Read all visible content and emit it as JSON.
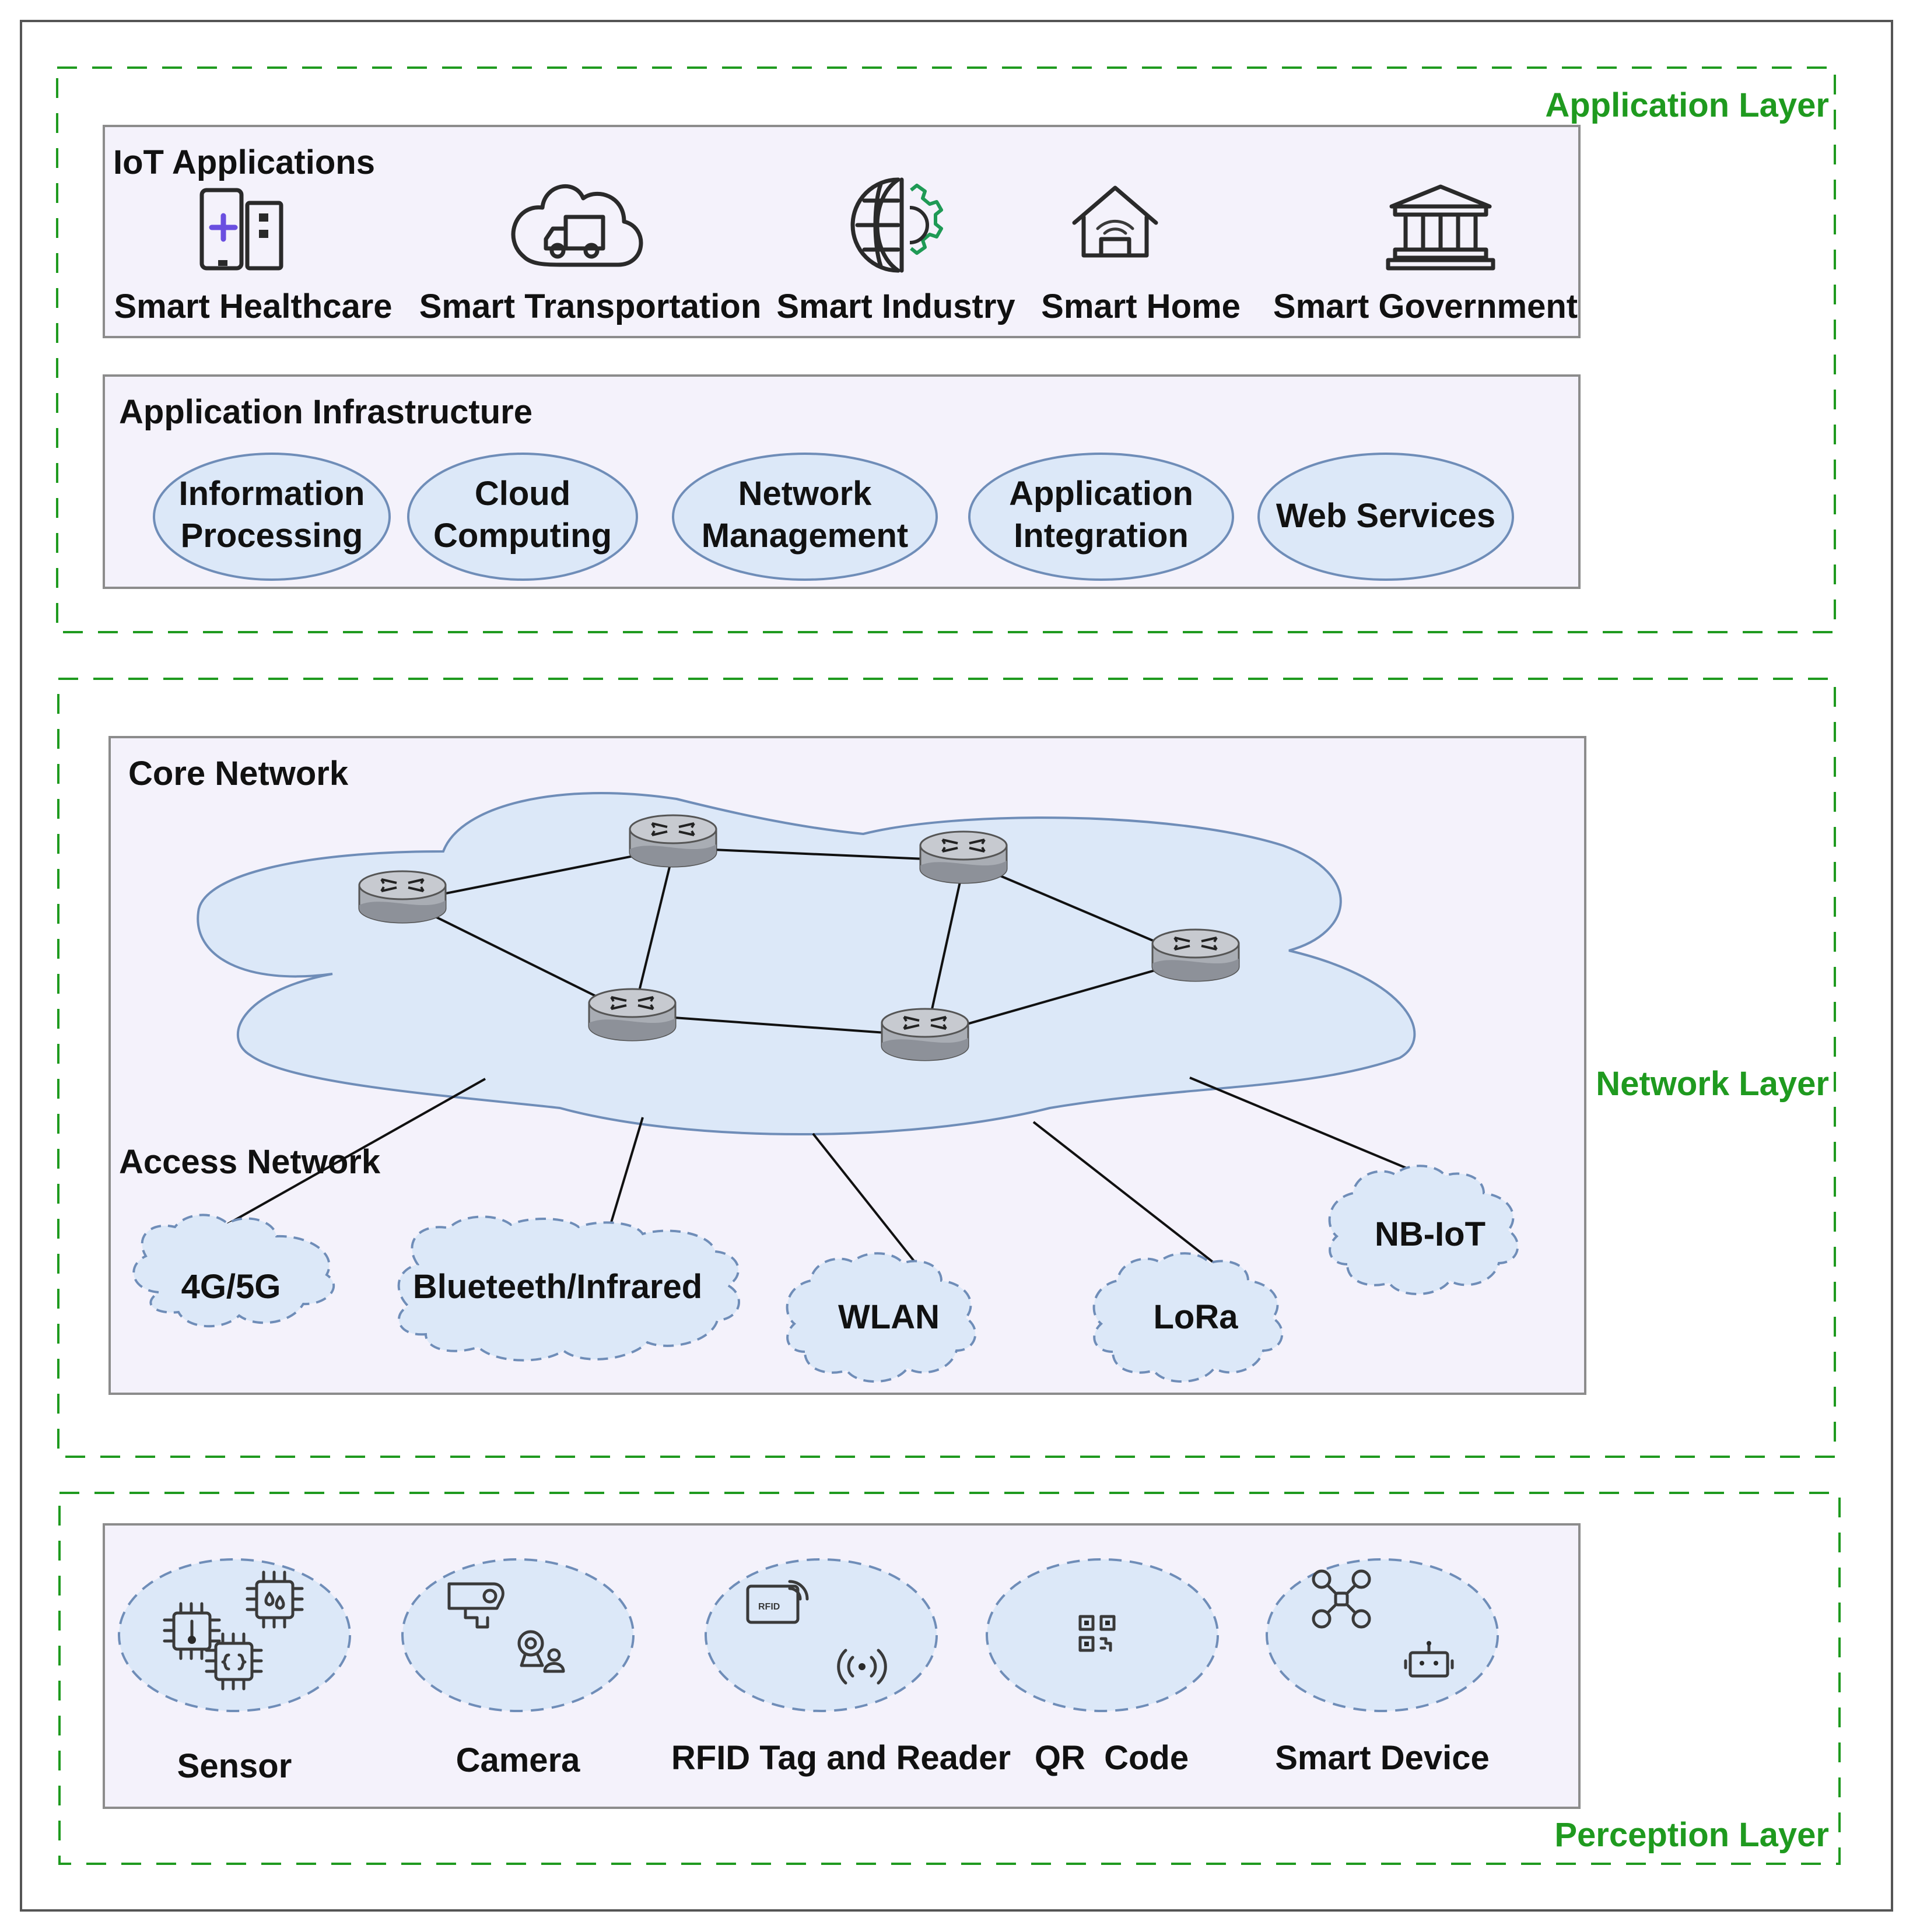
{
  "layers": {
    "application": "Application Layer",
    "network": "Network Layer",
    "perception": "Perception Layer"
  },
  "iot_applications": {
    "title": "IoT Applications",
    "items": [
      {
        "label": "Smart Healthcare",
        "icon": "phone-medical-icon"
      },
      {
        "label": "Smart Transportation",
        "icon": "cloud-truck-icon"
      },
      {
        "label": "Smart Industry",
        "icon": "globe-gear-icon"
      },
      {
        "label": "Smart Home",
        "icon": "house-wifi-icon"
      },
      {
        "label": "Smart Government",
        "icon": "government-building-icon"
      }
    ]
  },
  "application_infrastructure": {
    "title": "Application Infrastructure",
    "items": [
      {
        "line1": "Information",
        "line2": "Processing"
      },
      {
        "line1": "Cloud",
        "line2": "Computing"
      },
      {
        "line1": "Network",
        "line2": "Management"
      },
      {
        "line1": "Application",
        "line2": "Integration"
      },
      {
        "line1": "Web Services",
        "line2": ""
      }
    ]
  },
  "core_network": {
    "title": "Core Network",
    "routers": [
      "router-1",
      "router-2",
      "router-3",
      "router-4",
      "router-5",
      "router-6"
    ]
  },
  "access_network": {
    "title": "Access Network",
    "items": [
      "4G/5G",
      "Blueteeth/Infrared",
      "WLAN",
      "LoRa",
      "NB-IoT"
    ]
  },
  "perception": {
    "items": [
      {
        "label": "Sensor",
        "icon": "sensor-chips-icon"
      },
      {
        "label": "Camera",
        "icon": "camera-icon"
      },
      {
        "label": "RFID Tag and Reader",
        "icon": "rfid-icon"
      },
      {
        "label": "QR  Code",
        "icon": "qr-code-icon"
      },
      {
        "label": "Smart Device",
        "icon": "drone-robot-icon"
      }
    ]
  },
  "colors": {
    "layer_border": "#1f9a1f",
    "panel_fill": "#f4f2fb",
    "node_fill": "#dce8f8",
    "node_stroke": "#6f8db8"
  }
}
